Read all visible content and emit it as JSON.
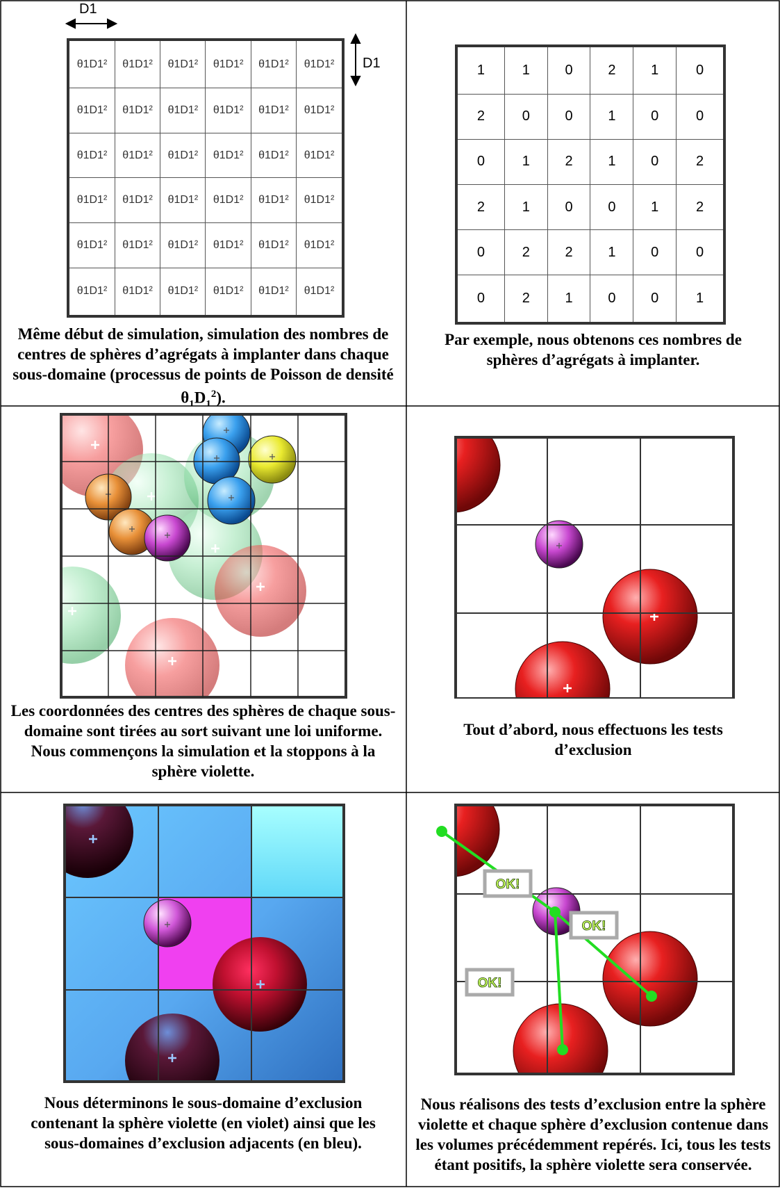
{
  "panel1": {
    "d1_label": "D1",
    "cell_label": "θ1D1²",
    "rows": 6,
    "cols": 6,
    "caption_pre": "Même début de simulation, simulation des nombres de centres de sphères d’agrégats à implanter dans chaque sous-domaine (processus de points de Poisson de densité θ",
    "caption_sub1": "1",
    "caption_mid": "D",
    "caption_sub2": "1",
    "caption_sup": "2",
    "caption_post": ")."
  },
  "panel2": {
    "values": [
      [
        "1",
        "1",
        "0",
        "2",
        "1",
        "0"
      ],
      [
        "2",
        "0",
        "0",
        "1",
        "0",
        "0"
      ],
      [
        "0",
        "1",
        "2",
        "1",
        "0",
        "2"
      ],
      [
        "2",
        "1",
        "0",
        "0",
        "1",
        "2"
      ],
      [
        "0",
        "2",
        "2",
        "1",
        "0",
        "0"
      ],
      [
        "0",
        "2",
        "1",
        "0",
        "0",
        "1"
      ]
    ],
    "caption": "Par exemple, nous obtenons ces nombres de sphères d’agrégats à implanter."
  },
  "panel3": {
    "caption": "Les coordonnées des centres des sphères de chaque sous-domaine sont tirées au sort suivant une loi uniforme. Nous commençons la simulation et la stoppons à la sphère violette."
  },
  "panel4": {
    "caption": "Tout d’abord, nous effectuons les tests d’exclusion"
  },
  "panel5": {
    "caption": "Nous déterminons le sous-domaine d’exclusion contenant la sphère violette (en violet) ainsi que les sous-domaines d’exclusion adjacents (en bleu)."
  },
  "panel6": {
    "ok_labels": [
      "OK!",
      "OK!",
      "OK!"
    ],
    "caption": "Nous réalisons des tests d’exclusion entre la sphère violette et chaque sphère d’exclusion contenue dans les volumes précédemment repérés. Ici, tous les tests étant positifs, la sphère violette sera conservée."
  },
  "colors": {
    "red_sphere": "#d81818",
    "purple_sphere": "#c040c8",
    "blue_sphere": "#2288dd",
    "orange_sphere": "#e08a30",
    "yellow_sphere": "#e6e020",
    "green_sphere": "#60c880",
    "magenta_cell": "#f040f0",
    "link_green": "#22dd22"
  }
}
